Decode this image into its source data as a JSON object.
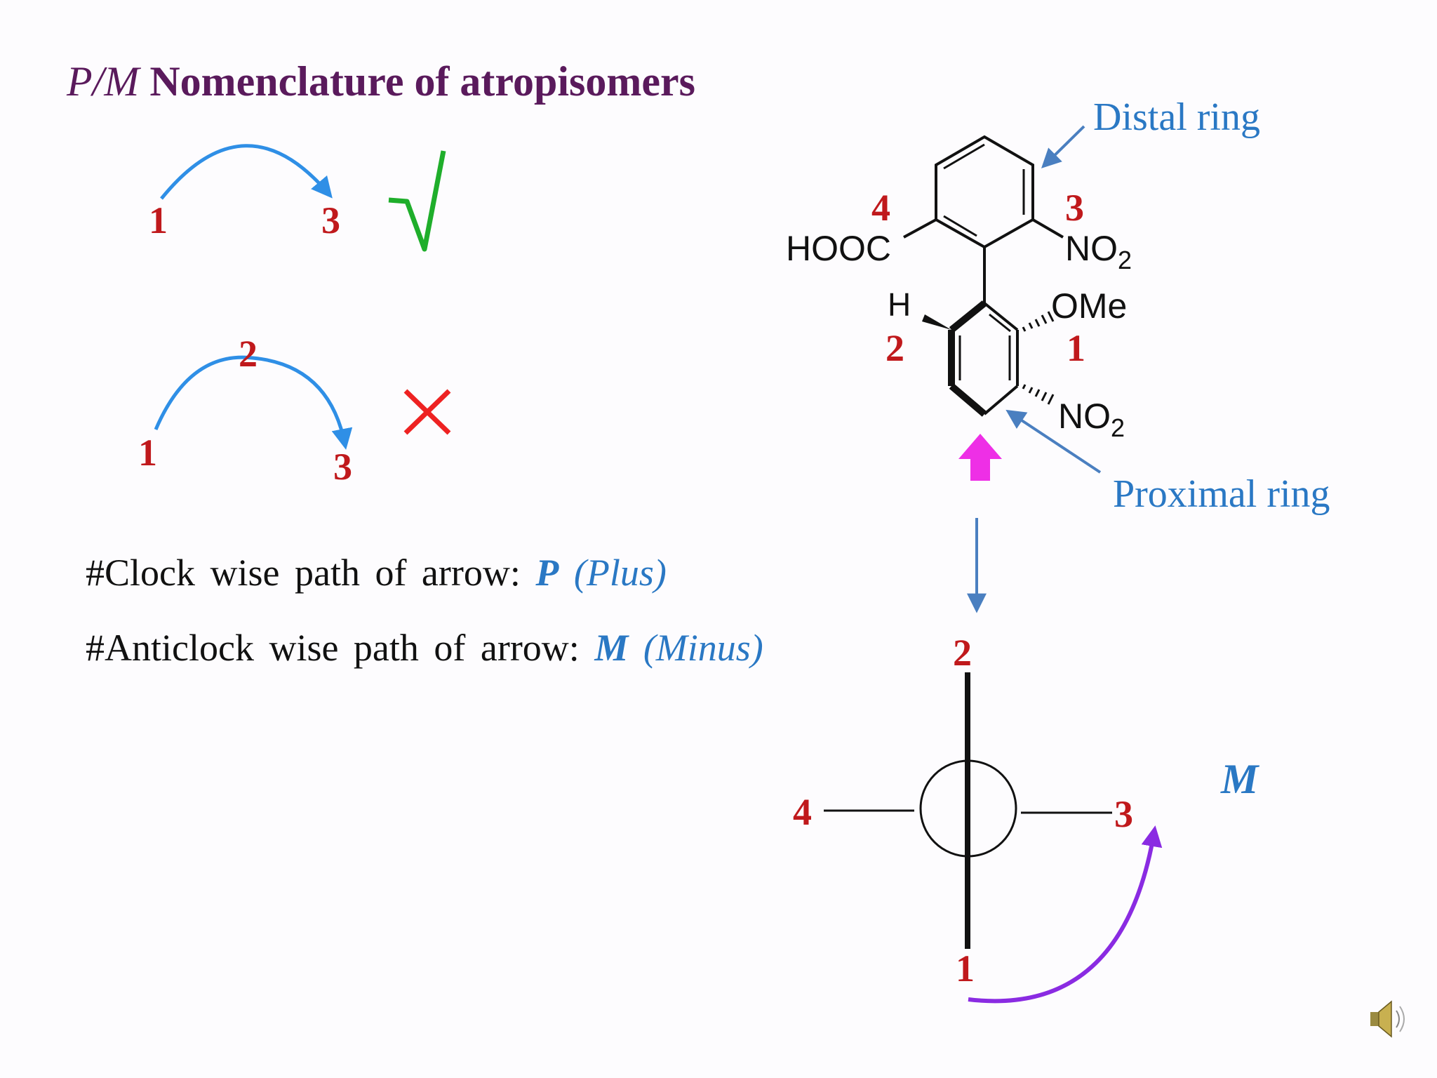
{
  "slide": {
    "title_italic": "P/M",
    "title_rest": "Nomenclature of atropisomers"
  },
  "examples": {
    "good": {
      "start": "1",
      "end": "3",
      "mark": "√"
    },
    "bad": {
      "start": "1",
      "middle": "2",
      "end": "3",
      "mark": "✕"
    }
  },
  "rules": {
    "clockwise": {
      "text": "#Clock wise path of arrow: ",
      "symbol": "P",
      "word": "(Plus)"
    },
    "anticlockwise": {
      "text": "#Anticlock wise path of arrow: ",
      "symbol": "M",
      "word": "(Minus)"
    }
  },
  "molecule": {
    "distal_label": "Distal ring",
    "proximal_label": "Proximal ring",
    "hooc": "HOOC",
    "no2_top": "NO",
    "ome": "OMe",
    "h": "H",
    "no2_bottom": "NO",
    "subscript": "2",
    "priorities": {
      "top_left": "4",
      "top_right": "3",
      "bottom_left": "2",
      "bottom_right": "1"
    }
  },
  "newman": {
    "top": "2",
    "left": "4",
    "right": "3",
    "bottom": "1",
    "descriptor": "M"
  },
  "colors": {
    "title": "#5a1a5c",
    "number_red": "#c0191c",
    "blue_text": "#2a78c4",
    "arc_blue": "#2f8fe6",
    "check_green": "#1fae2b",
    "cross_red": "#ee2222",
    "view_arrow_magenta": "#ee2fe6",
    "rotation_purple": "#8a2be2"
  },
  "icons": {
    "speaker": "speaker-icon"
  }
}
